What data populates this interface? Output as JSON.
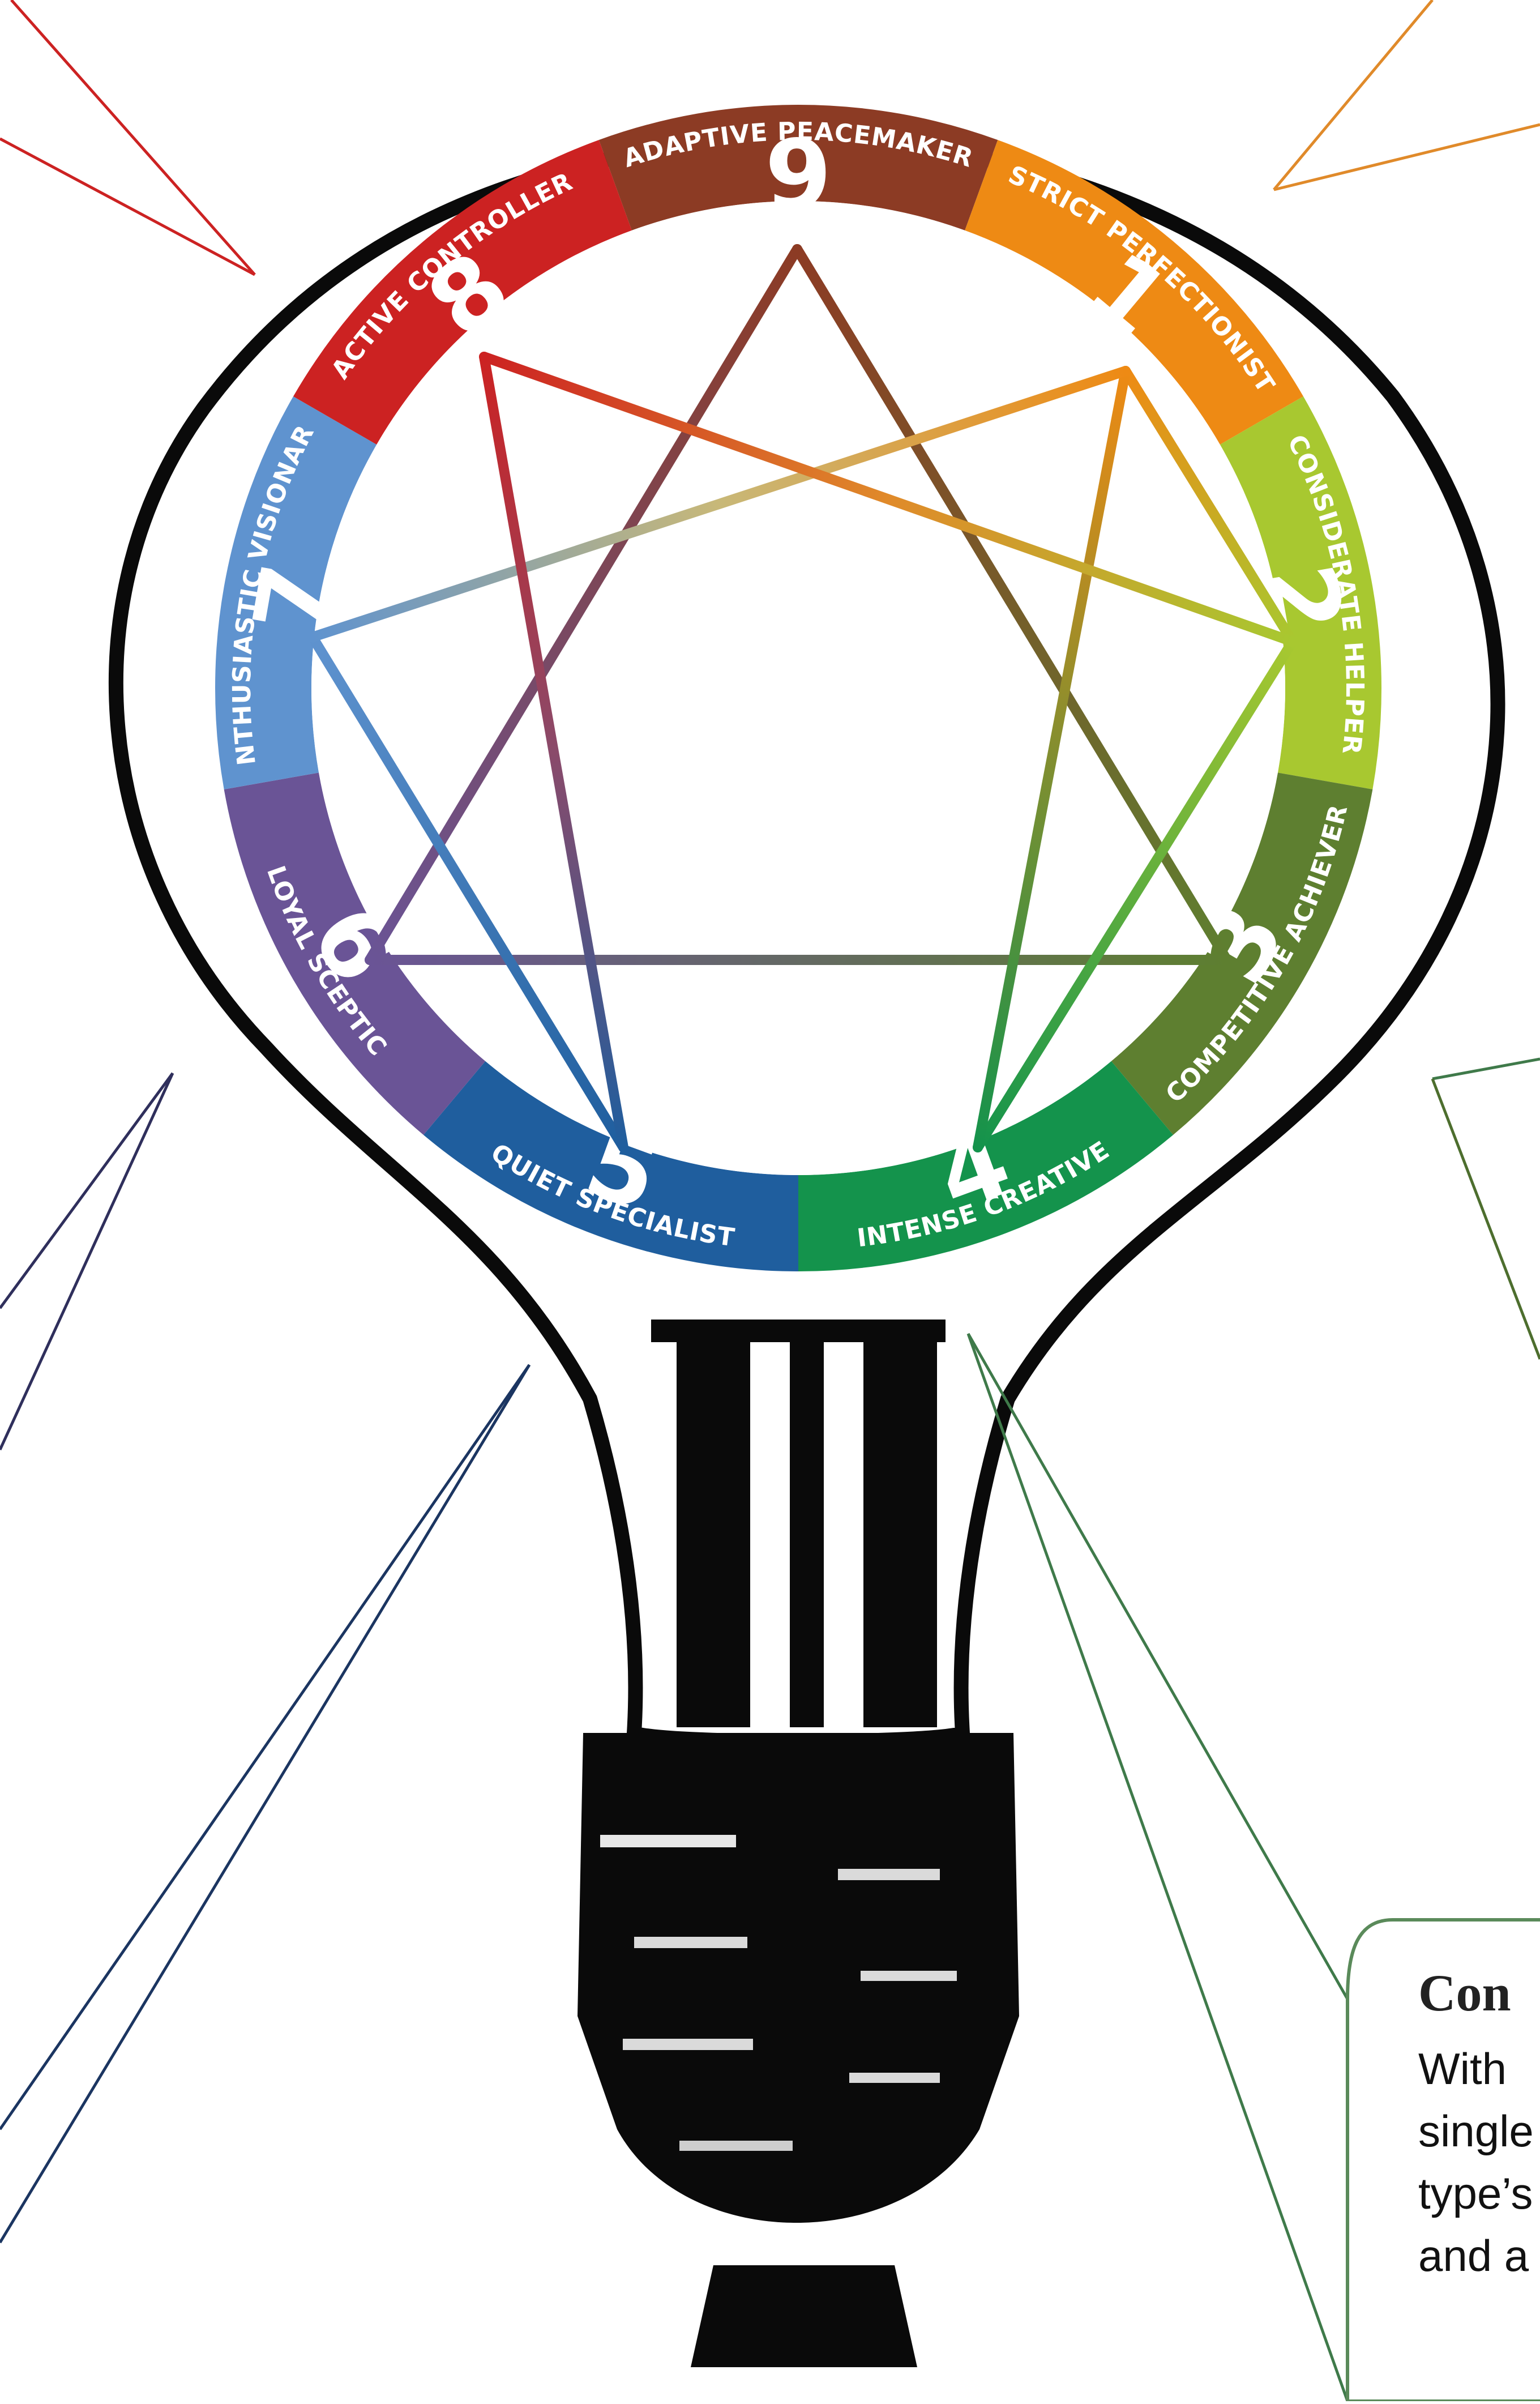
{
  "enneagram": {
    "types": [
      {
        "number": "1",
        "label": "STRICT PERFECTIONIST",
        "color": "#EE8A14"
      },
      {
        "number": "2",
        "label": "CONSIDERATE HELPER",
        "color": "#A8C830"
      },
      {
        "number": "3",
        "label": "COMPETITIVE ACHIEVER",
        "color": "#5E7F30"
      },
      {
        "number": "4",
        "label": "INTENSE CREATIVE",
        "color": "#14934C"
      },
      {
        "number": "5",
        "label": "QUIET SPECIALIST",
        "color": "#1F5E9E"
      },
      {
        "number": "6",
        "label": "LOYAL SCEPTIC",
        "color": "#6A5496"
      },
      {
        "number": "7",
        "label": "ENTHUSIASTIC VISIONARY",
        "color": "#5F93CF"
      },
      {
        "number": "8",
        "label": "ACTIVE CONTROLLER",
        "color": "#CC2222"
      },
      {
        "number": "9",
        "label": "ADAPTIVE PEACEMAKER",
        "color": "#8C3B24"
      }
    ]
  },
  "callout": {
    "title": "Con",
    "lines": [
      "With",
      "single",
      "type’s",
      "and a"
    ]
  },
  "colors": {
    "bulb_outline": "#0a0a0a",
    "callout_border": "#5A8A5A",
    "leader_red": "#CC2222",
    "leader_orange": "#E08A2A",
    "leader_purple": "#2F2F5C",
    "leader_navy": "#1B3561",
    "leader_green": "#3F7A4A",
    "leader_olive": "#4D6E2E"
  }
}
